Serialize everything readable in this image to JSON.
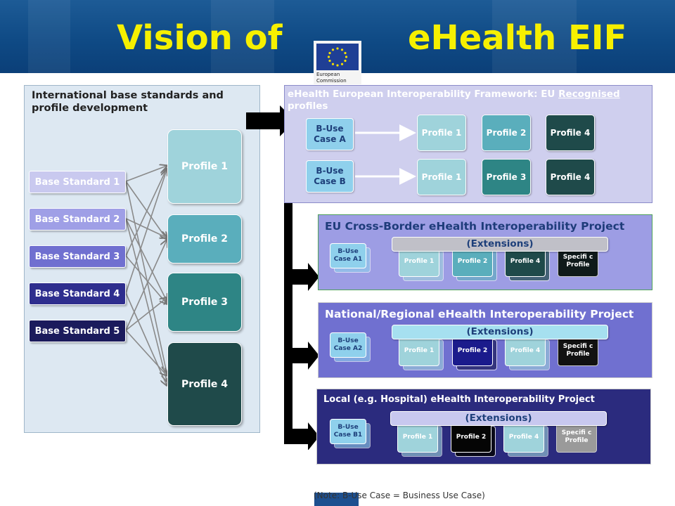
{
  "header": {
    "title_left": "Vision of",
    "title_right": "eHealth EIF",
    "logo_text_1": "European",
    "logo_text_2": "Commission"
  },
  "left_panel": {
    "title": "International base standards and profile development",
    "base_standards": [
      "Base Standard 1",
      "Base Standard 2",
      "Base Standard 3",
      "Base Standard 4",
      "Base Standard 5"
    ],
    "profiles": [
      "Profile 1",
      "Profile 2",
      "Profile 3",
      "Profile 4"
    ]
  },
  "eif": {
    "title_pre": "eHealth European Interoperability Framework: EU ",
    "title_u": "Recognised",
    "title_post": " profiles",
    "rows": [
      {
        "use_case": "B-Use Case A",
        "profiles": [
          "Profile 1",
          "Profile 2",
          "Profile 4"
        ]
      },
      {
        "use_case": "B-Use Case B",
        "profiles": [
          "Profile 1",
          "Profile 3",
          "Profile 4"
        ]
      }
    ]
  },
  "projects": [
    {
      "title": "EU Cross-Border eHealth Interoperability Project",
      "use_case": "B-Use Case A1",
      "extensions": "(Extensions)",
      "profiles": [
        "Profile 1",
        "Profile 2",
        "Profile 4"
      ],
      "specific": "Specifi c Profile"
    },
    {
      "title": "National/Regional eHealth Interoperability Project",
      "use_case": "B-Use Case A2",
      "extensions": "(Extensions)",
      "profiles": [
        "Profile 1",
        "Profile 2",
        "Profile 4"
      ],
      "specific": "Specifi c Profile"
    },
    {
      "title": "Local (e.g. Hospital) eHealth Interoperability Project",
      "use_case": "B-Use Case B1",
      "extensions": "(Extensions)",
      "profiles": [
        "Profile 1",
        "Profile 2",
        "Profile 4"
      ],
      "specific": "Specifi c Profile"
    }
  ],
  "note": "(Note: B-Use Case = Business Use Case)",
  "colors": {
    "title_yellow": "#f6f000",
    "header_blue": "#0f4a85",
    "base1": "#c9c9ef",
    "base2": "#9f9fe6",
    "base3": "#7070d0",
    "base4": "#2e2e8e",
    "base5": "#1b1b5c",
    "profile1": "#9fd3db",
    "profile2": "#5aaebc",
    "profile3": "#2e8585",
    "profile4": "#1f4a4a"
  }
}
